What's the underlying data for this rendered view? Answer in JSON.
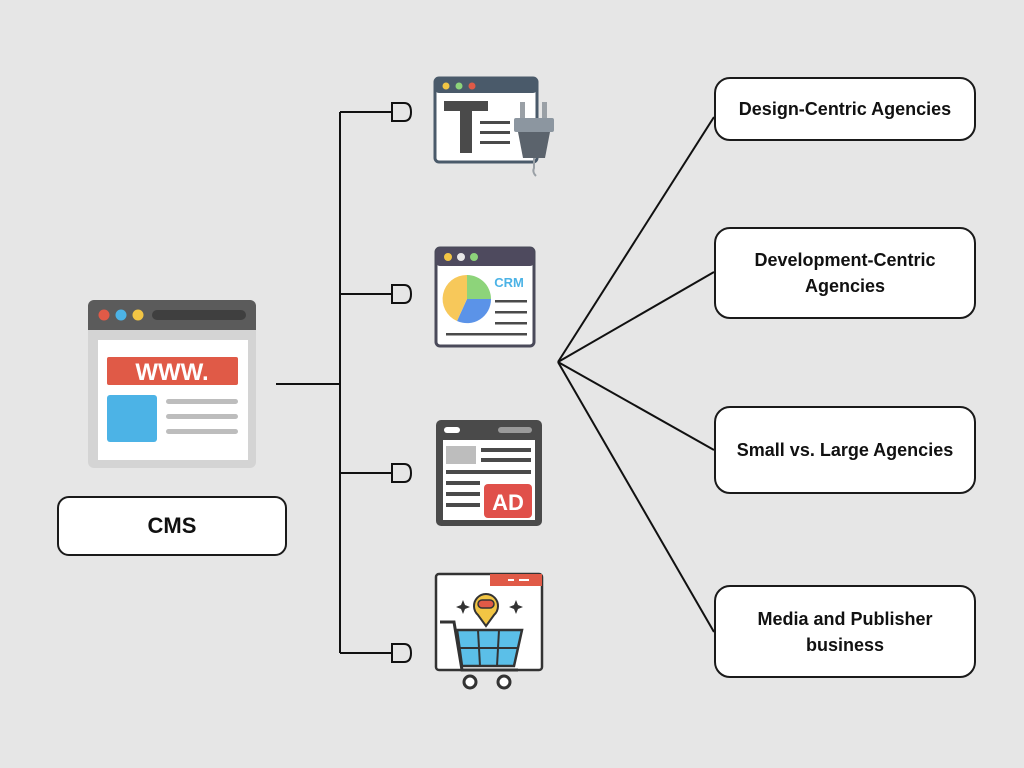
{
  "cms": {
    "label": "CMS",
    "browser_text": "WWW."
  },
  "icons": [
    {
      "name": "plugin-icon"
    },
    {
      "name": "crm-icon",
      "text": "CRM"
    },
    {
      "name": "ad-icon",
      "text": "AD"
    },
    {
      "name": "shopping-cart-icon"
    }
  ],
  "agencies": [
    {
      "label": "Design-Centric Agencies"
    },
    {
      "label": "Development-Centric Agencies"
    },
    {
      "label": "Small vs. Large Agencies"
    },
    {
      "label": "Media and Publisher business"
    }
  ],
  "colors": {
    "background": "#e6e6e6",
    "browser_frame": "#5b5b5b",
    "www_banner": "#e05a47",
    "blue": "#4cb3e6",
    "crm_yellow": "#f7c85a",
    "crm_green": "#8dd47a",
    "crm_blue": "#5b93e8",
    "ad_red": "#e0504a"
  }
}
